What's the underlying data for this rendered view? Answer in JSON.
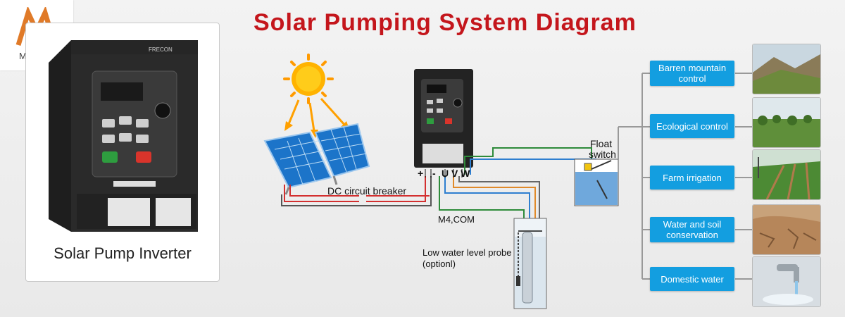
{
  "logo": {
    "brand_text": "MOMO"
  },
  "title": "Solar Pumping System Diagram",
  "product": {
    "caption": "Solar Pump Inverter",
    "brand_on_device": "FRECON"
  },
  "diagram": {
    "dc_breaker_label": "DC circuit breaker",
    "terminals": {
      "plus": "+",
      "minus": "-",
      "uvw": "U V W"
    },
    "m4_label": "M4,COM",
    "probe_label_line1": "Low water level probe",
    "probe_label_line2": "(optionl)",
    "float_label_line1": "Float",
    "float_label_line2": "switch"
  },
  "applications": [
    {
      "label_line1": "Barren mountain",
      "label_line2": "control",
      "photo": "barren-mountain"
    },
    {
      "label_line1": "Ecological control",
      "label_line2": "",
      "photo": "ecological"
    },
    {
      "label_line1": "Farm irrigation",
      "label_line2": "",
      "photo": "farm-irrigation"
    },
    {
      "label_line1": "Water and soil",
      "label_line2": "conservation",
      "photo": "soil"
    },
    {
      "label_line1": "Domestic water",
      "label_line2": "",
      "photo": "domestic-water"
    }
  ],
  "colors": {
    "title": "#c4161c",
    "app_box": "#139ee0",
    "wire_red": "#d32f2f",
    "wire_green": "#2e8b3a",
    "wire_blue": "#2f7fd0",
    "wire_orange": "#e08a2a",
    "wire_gray": "#666666"
  }
}
